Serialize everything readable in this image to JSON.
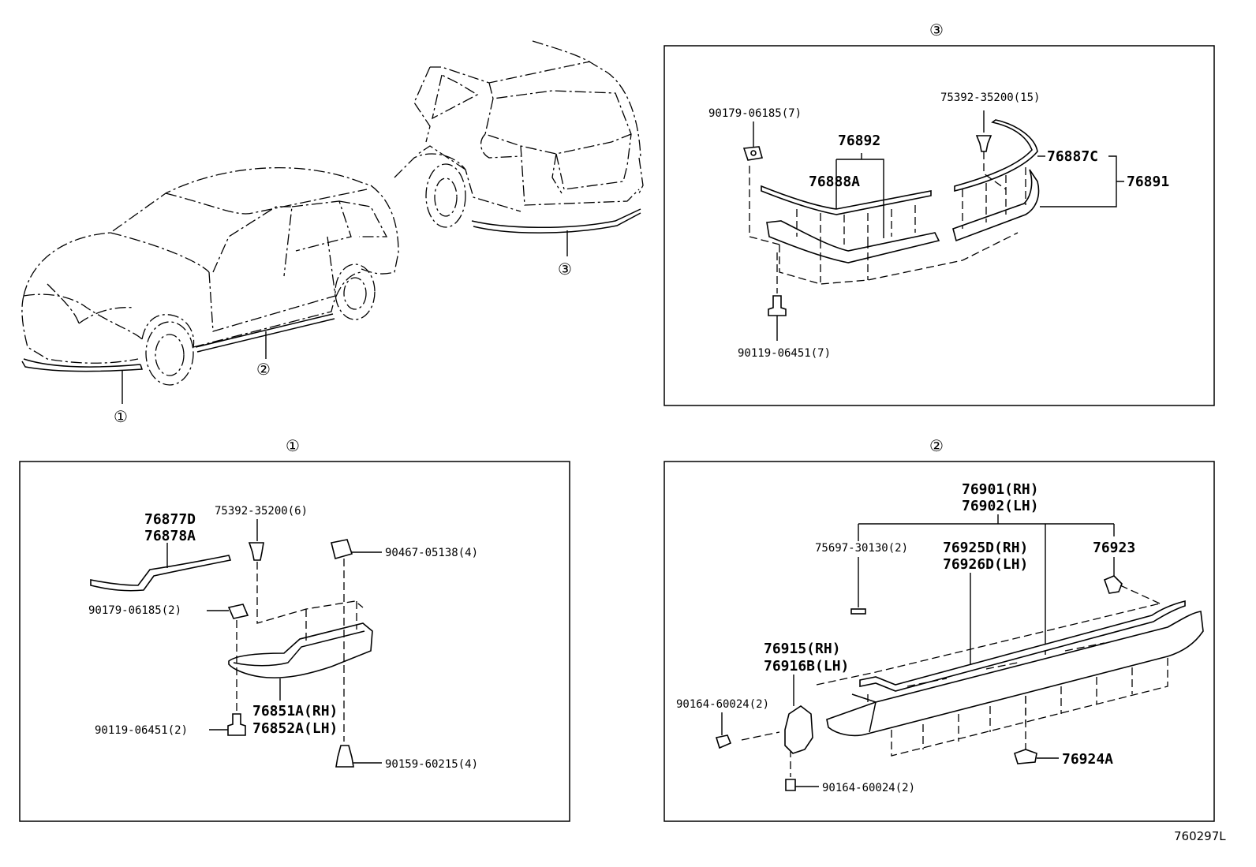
{
  "overview": {
    "callout_front": "①",
    "callout_side": "②",
    "callout_rear": "③"
  },
  "panel_rear": {
    "title": "③",
    "labels": {
      "clip_nut": "90179-06185(7)",
      "clip_fastener": "75392-35200(15)",
      "assembly_center": "76892",
      "part_center": "76888A",
      "part_right": "76887C",
      "assembly_right": "76891",
      "bolt": "90119-06451(7)"
    }
  },
  "panel_front": {
    "title": "①",
    "labels": {
      "moulding_a": "76877D",
      "moulding_b": "76878A",
      "clip_fastener": "75392-35200(6)",
      "retainer": "90467-05138(4)",
      "clip_nut": "90179-06185(2)",
      "spoiler_rh": "76851A(RH)",
      "spoiler_lh": "76852A(LH)",
      "bolt": "90119-06451(2)",
      "screw": "90159-60215(4)"
    }
  },
  "panel_side": {
    "title": "②",
    "labels": {
      "assembly_rh": "76901(RH)",
      "assembly_lh": "76902(LH)",
      "tape": "75697-30130(2)",
      "moulding_rh": "76925D(RH)",
      "moulding_lh": "76926D(LH)",
      "clip": "76923",
      "bracket_rh": "76915(RH)",
      "bracket_lh": "76916B(LH)",
      "screw_left": "90164-60024(2)",
      "screw_bottom": "90164-60024(2)",
      "nut": "76924A"
    }
  },
  "figure_ref": "760297L"
}
